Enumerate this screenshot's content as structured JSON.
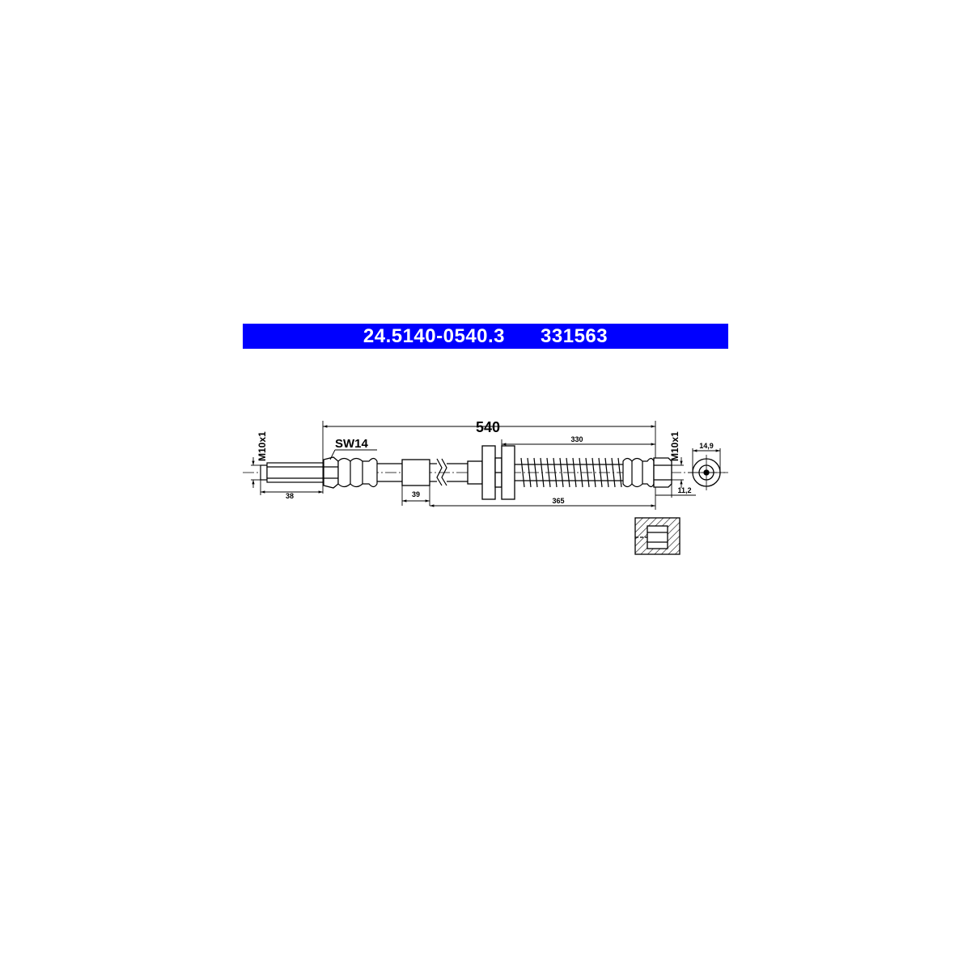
{
  "header": {
    "part_number": "24.5140-0540.3",
    "ref_number": "331563",
    "background_color": "#0000ff",
    "text_color": "#ffffff"
  },
  "drawing": {
    "total_length": "540",
    "thread_left": "M10x1",
    "thread_right": "M10x1",
    "wrench_size": "SW14",
    "dim_left_fitting": "38",
    "dim_sleeve": "39",
    "dim_330": "330",
    "dim_365": "365",
    "dim_diameter": "14,9",
    "dim_end": "11,2"
  }
}
